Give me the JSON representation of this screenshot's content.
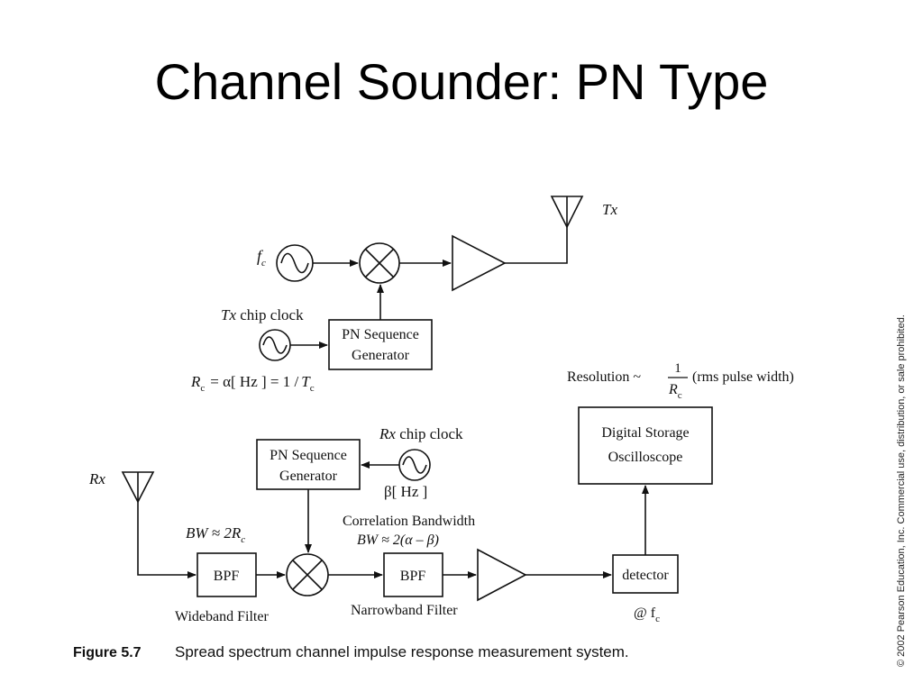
{
  "slide": {
    "title": "Channel Sounder: PN Type",
    "copyright": "© 2002 Pearson Education, Inc. Commercial use, distribution, or sale prohibited."
  },
  "diagram": {
    "tx": {
      "antenna_label": "Tx",
      "fc_label": "f",
      "fc_sub": "c",
      "chip_clock_italic": "Tx",
      "chip_clock_rest": " chip clock",
      "pn_line1": "PN Sequence",
      "pn_line2": "Generator",
      "rate_R": "R",
      "rate_R_sub": "c",
      "rate_mid": "=  α[ Hz ]  =  1 /",
      "rate_T": "T",
      "rate_T_sub": "c"
    },
    "rx": {
      "antenna_label": "Rx",
      "chip_clock_italic": "Rx",
      "chip_clock_rest": " chip clock",
      "beta_label": "β[ Hz ]",
      "pn_line1": "PN Sequence",
      "pn_line2": "Generator",
      "bw1": "BW ≈ 2R",
      "bw1_sub": "c",
      "bpf1": "BPF",
      "wideband": "Wideband Filter",
      "corr_line1": "Correlation Bandwidth",
      "corr_line2": "BW ≈ 2(α – β)",
      "bpf2": "BPF",
      "narrowband": "Narrowband Filter",
      "detector": "detector",
      "at_fc": "@ f",
      "at_fc_sub": "c",
      "dso_line1": "Digital Storage",
      "dso_line2": "Oscilloscope",
      "res_left": "Resolution ~",
      "res_num": "1",
      "res_den": "R",
      "res_den_sub": "c",
      "res_right": "(rms pulse width)"
    },
    "caption_label": "Figure 5.7",
    "caption_text": "Spread spectrum channel impulse response measurement system."
  }
}
